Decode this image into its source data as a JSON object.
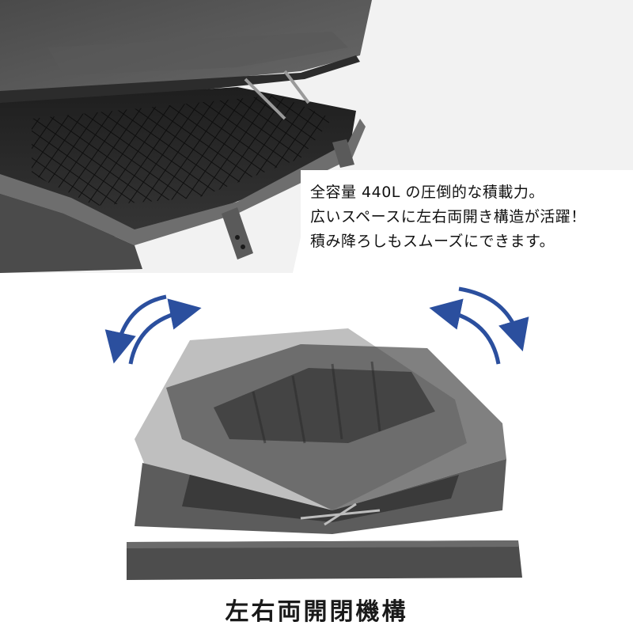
{
  "features": [
    "全容量 440L の圧倒的な積載力。",
    "広いスペースに左右両開き構造が活躍！",
    "積み降ろしもスムーズにできます。"
  ],
  "caption": "左右両開閉機構",
  "colors": {
    "arrow": "#2b4f9e",
    "box_dark": "#3a3a3a",
    "box_mid": "#5c5c5c",
    "box_light": "#8a8a8a",
    "text": "#111111"
  }
}
